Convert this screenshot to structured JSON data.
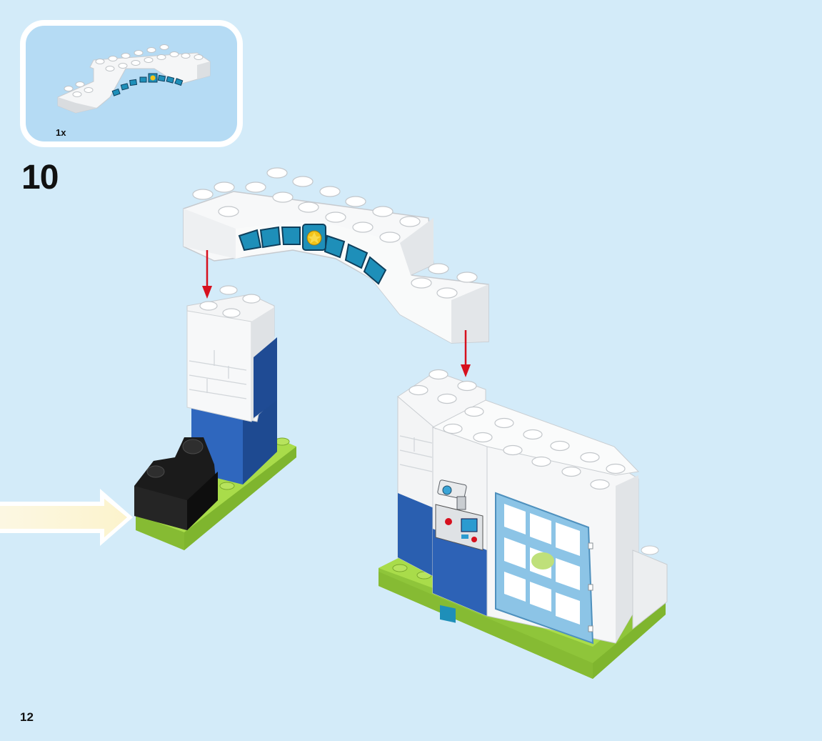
{
  "parts_callout": {
    "quantity_label": "1x",
    "part_icon": "arch-brick-with-police-badge"
  },
  "step": {
    "number": "10"
  },
  "page": {
    "number": "12"
  },
  "scene": {
    "icons": [
      "white-arch-brick",
      "left-pillar",
      "right-building",
      "jail-window",
      "security-camera",
      "control-panel-sticker",
      "black-spotlight-brick",
      "insertion-arrow-down",
      "flow-arrow-right"
    ],
    "colors": {
      "background": "#d3ebf9",
      "brick_white": "#f6f7f8",
      "brick_blue": "#2b5cae",
      "baseplate_green": "#9fd23c",
      "window_blue": "#8cc4e6",
      "arrow_red": "#d6101e",
      "badge_yellow": "#f2c319"
    }
  }
}
